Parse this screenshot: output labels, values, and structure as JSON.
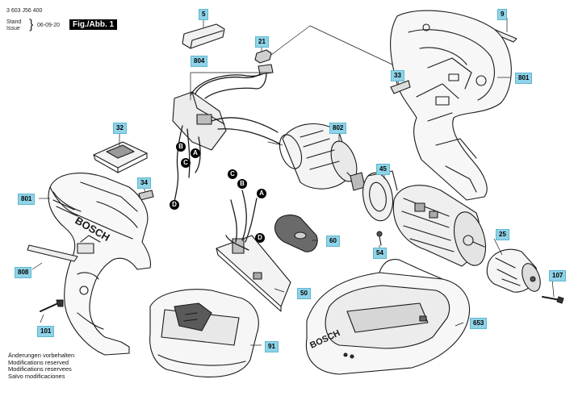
{
  "header": {
    "part_number": "3 603 J56 400",
    "stand_label": "Stand",
    "issue_label": "Issue",
    "issue_date": "06-09-20",
    "figure_label": "Fig./Abb. 1"
  },
  "notes": [
    "Änderungen vorbehalten",
    "Modifications reserved",
    "Modifications reservees",
    "Salvo modificaciones"
  ],
  "part_labels": {
    "p5": "5",
    "p9": "9",
    "p21": "21",
    "p804": "804",
    "p801_right": "801",
    "p33": "33",
    "p32": "32",
    "p802": "802",
    "p45": "45",
    "p34": "34",
    "p801_left": "801",
    "p60": "60",
    "p25": "25",
    "p54": "54",
    "p808": "808",
    "p107": "107",
    "p50": "50",
    "p101": "101",
    "p653": "653",
    "p91": "91"
  },
  "wire_markers": {
    "b1": "B",
    "a1": "A",
    "c1": "C",
    "d1": "D",
    "c2": "C",
    "b2": "B",
    "a2": "A",
    "d2": "D"
  },
  "brand_text": "BOSCH",
  "colors": {
    "label_bg": "#8fd3e8",
    "ink": "#1a1a1a"
  }
}
